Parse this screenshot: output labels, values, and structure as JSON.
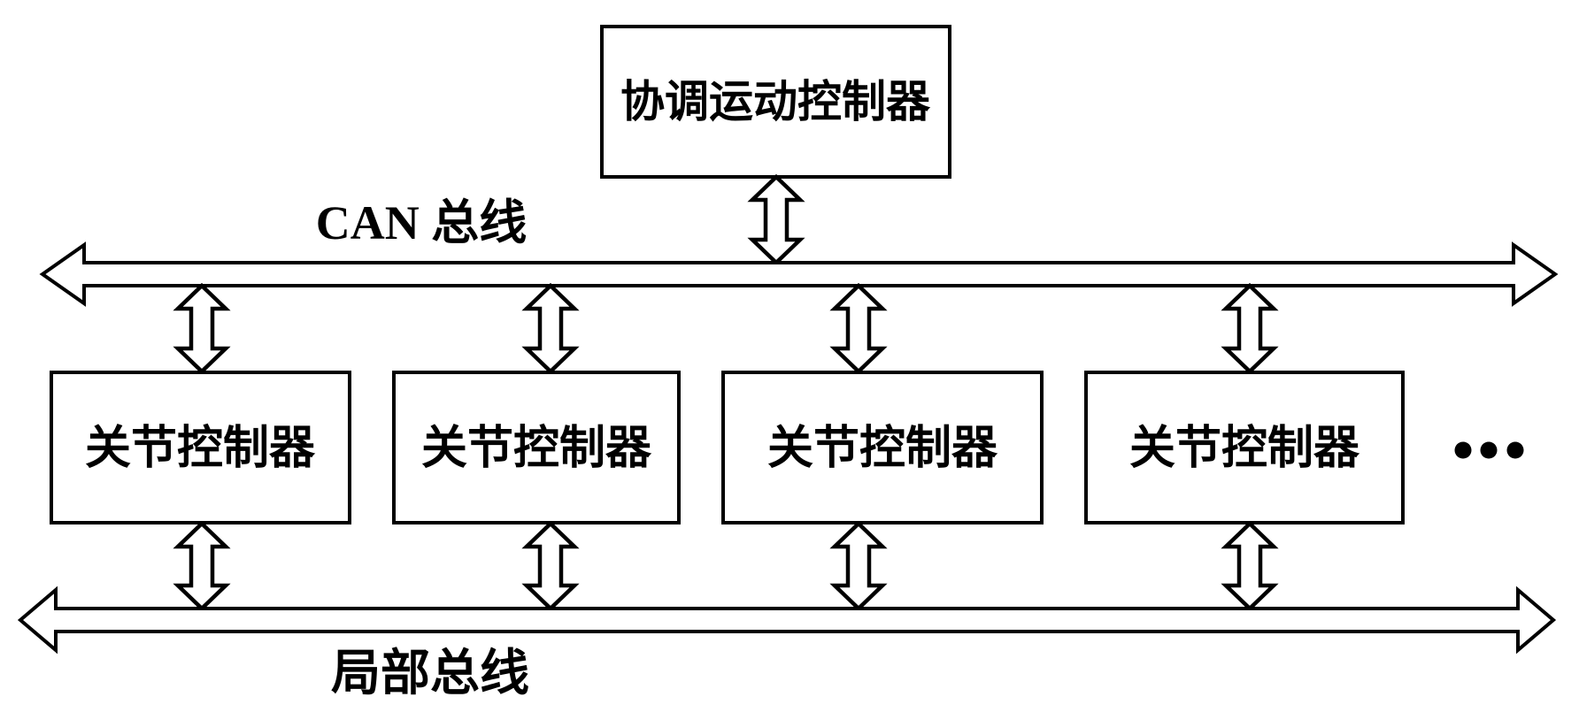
{
  "diagram": {
    "background_color": "#ffffff",
    "line_color": "#000000",
    "coordinator": {
      "label": "协调运动控制器"
    },
    "can_bus": {
      "label": "CAN 总线"
    },
    "local_bus": {
      "label": "局部总线"
    },
    "joint_controllers": [
      {
        "label": "关节控制器"
      },
      {
        "label": "关节控制器"
      },
      {
        "label": "关节控制器"
      },
      {
        "label": "关节控制器"
      }
    ],
    "more_nodes_indicator": {
      "icon": "ellipsis-dots"
    }
  }
}
